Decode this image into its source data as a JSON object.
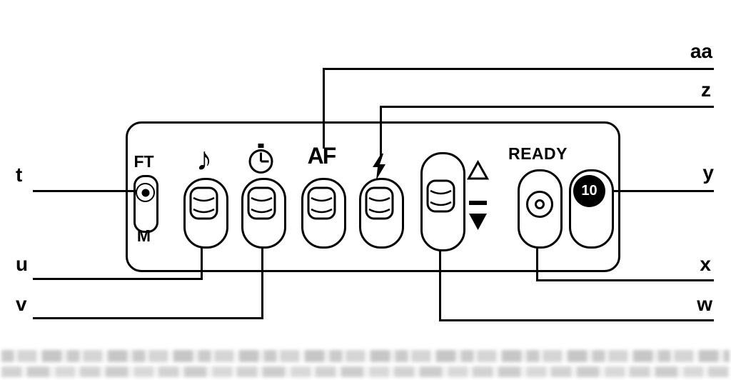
{
  "figure": {
    "kind": "instruction-manual-control-panel-diagram",
    "ink": "#000000",
    "paper": "#ffffff"
  },
  "callouts": {
    "t": "t",
    "u": "u",
    "v": "v",
    "w": "w",
    "x": "x",
    "y": "y",
    "z": "z",
    "aa": "aa"
  },
  "panel": {
    "focus_switch": {
      "top": "FT",
      "bottom": "M"
    },
    "beep": {
      "icon": "music-note",
      "icon_glyph": "♪"
    },
    "self_timer": {
      "icon": "self-timer-clock"
    },
    "af": {
      "label": "AF"
    },
    "flash": {
      "icon": "flash-bolt"
    },
    "adjust_slider": {
      "icons": [
        "triangle-up-outline",
        "bar",
        "triangle-down-filled"
      ]
    },
    "ready": {
      "label": "READY"
    },
    "counter": {
      "value": "10"
    }
  }
}
